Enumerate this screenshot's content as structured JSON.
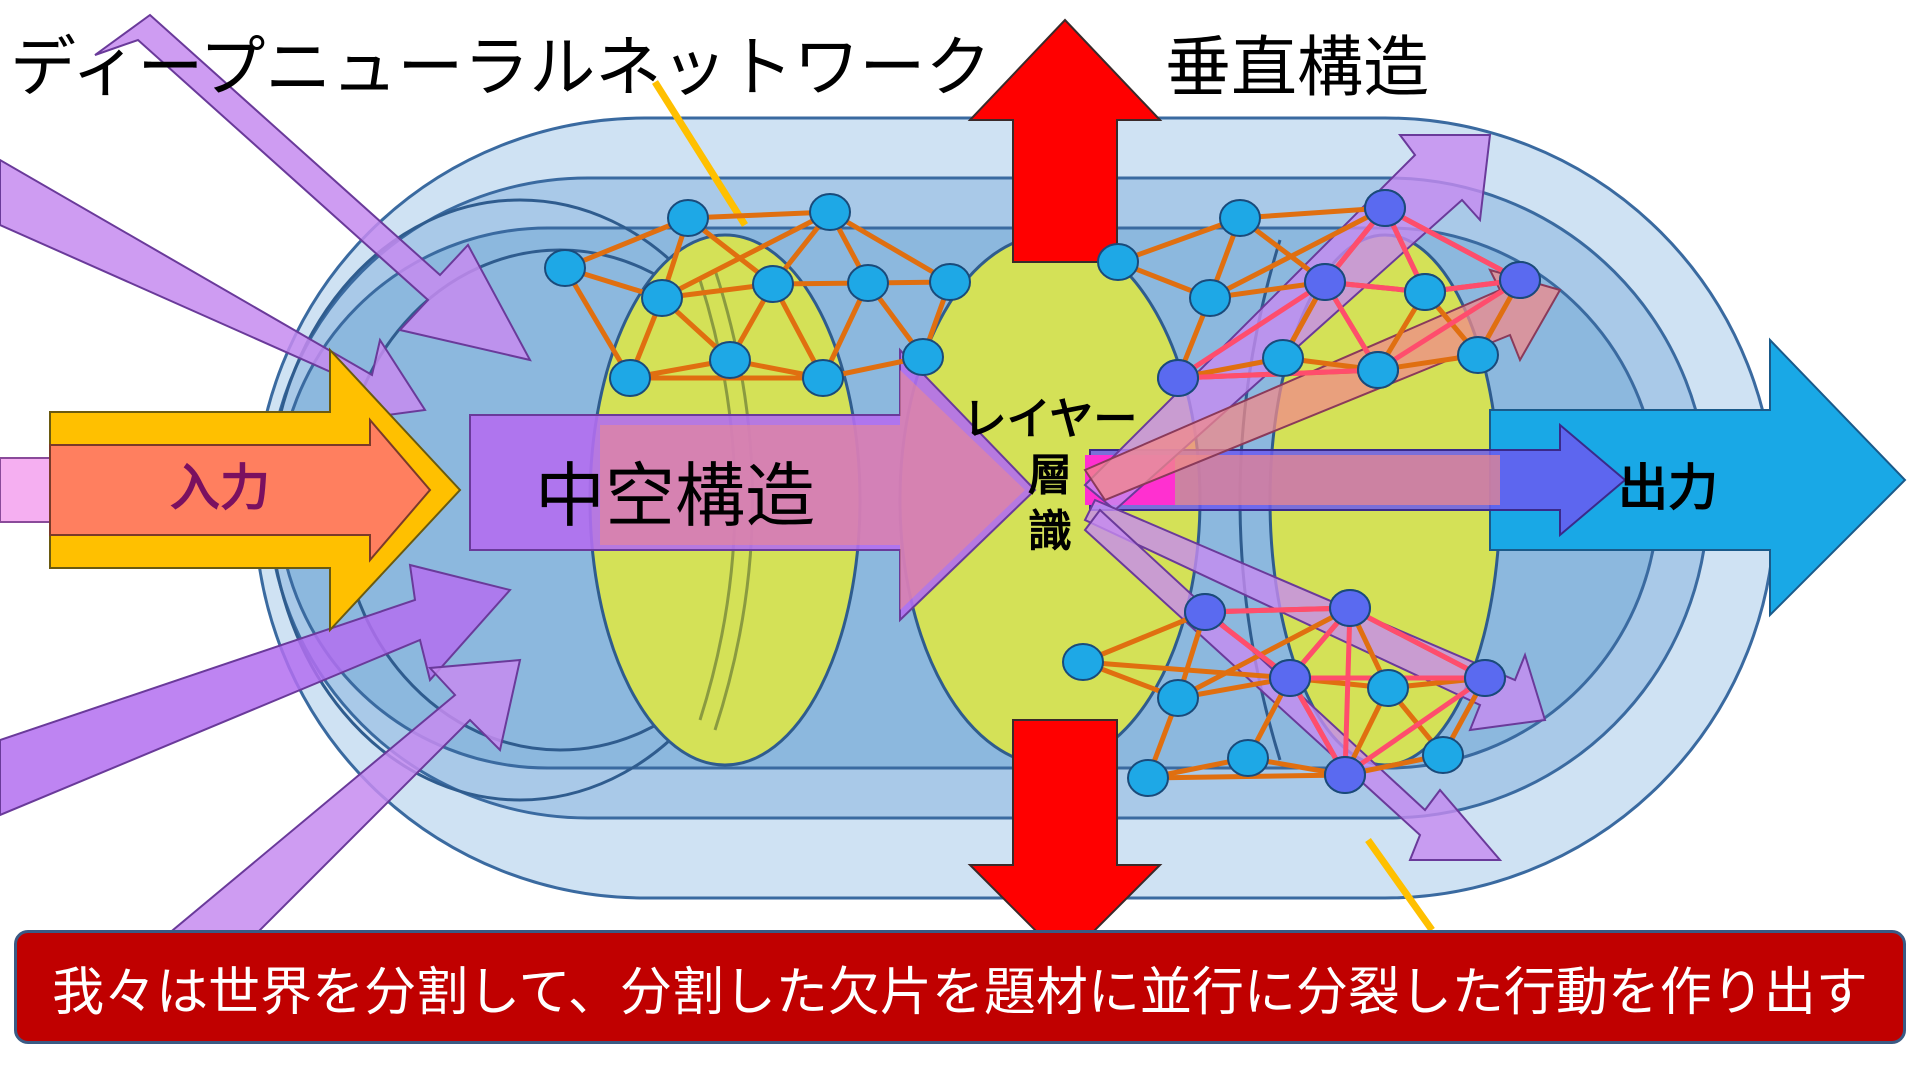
{
  "titles": {
    "left": "ディープニューラルネットワーク",
    "right": "垂直構造"
  },
  "labels": {
    "input": "入力",
    "hollow": "中空構造",
    "center_line1": "レイヤー",
    "center_line2": "層",
    "center_line3": "識",
    "output": "出力"
  },
  "banner": {
    "text": "我々は世界を分割して、分割した欠片を題材に並行に分裂した行動を作り出す"
  },
  "colors": {
    "tube_outer": "#cfe2f3",
    "tube_mid": "#a9c9e8",
    "tube_inner": "#8cb8de",
    "ellipse": "#d4e157",
    "node": "#1ea8e6",
    "edge": "#e06f10",
    "edge_pink": "#ff4d6d",
    "arrow_purple": "#b36ef0",
    "arrow_pink": "#f4a6f0",
    "arrow_red": "#ff0000",
    "output_arrow": "#19a8e6",
    "input_arrow_yellow": "#ffc000",
    "banner_bg": "#c00000"
  }
}
